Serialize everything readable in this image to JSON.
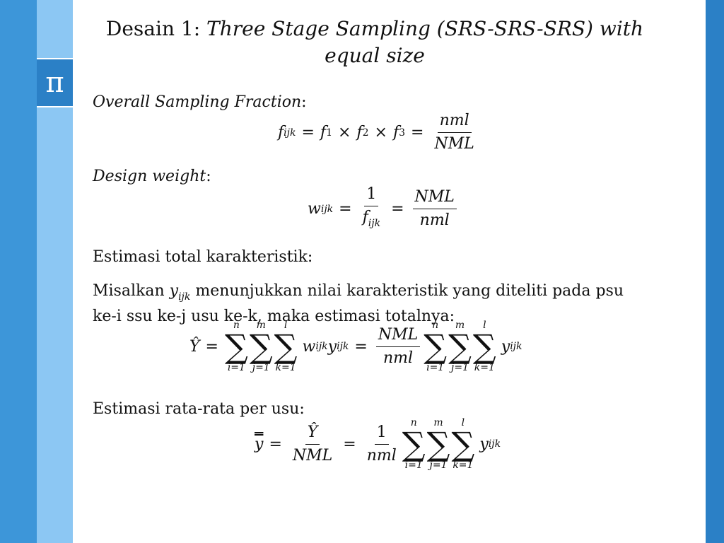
{
  "title": {
    "prefix": "Desain 1: ",
    "italic_line1": "Three Stage Sampling (SRS-SRS-SRS) with",
    "italic_line2": "equal size"
  },
  "sidebar": {
    "pi_icon": "π"
  },
  "section1": {
    "label_italic": "Overall Sampling Fraction",
    "colon": ":"
  },
  "section2": {
    "label_italic": "Design weight",
    "colon": ":"
  },
  "section3": {
    "label": "Estimasi total karakteristik:"
  },
  "section4": {
    "line1_a": "Misalkan ",
    "line1_b": " menunjukkan nilai karakteristik yang diteliti pada psu",
    "line2": "ke-i ssu ke-j usu ke-k, maka estimasi totalnya:"
  },
  "section5": {
    "label": "Estimasi rata-rata per usu:"
  },
  "eq1": {
    "f": "f",
    "sub_ijk": "ijk",
    "f1": "f",
    "s1": "1",
    "f2": "f",
    "s2": "2",
    "f3": "f",
    "s3": "3",
    "eq": "=",
    "times": "×",
    "num": "nml",
    "den": "NML"
  },
  "eq2": {
    "w": "w",
    "sub_ijk": "ijk",
    "one": "1",
    "f": "f",
    "num2": "NML",
    "den2": "nml"
  },
  "eq3": {
    "yhat": "Ŷ",
    "n": "n",
    "m": "m",
    "l": "l",
    "i1": "i=1",
    "j1": "j=1",
    "k1": "k=1",
    "sigma": "∑",
    "w": "w",
    "y": "y",
    "sub_ijk": "ijk",
    "num": "NML",
    "den": "nml"
  },
  "eq4": {
    "ybar": "y",
    "yhat": "Ŷ",
    "den1": "NML",
    "one": "1",
    "den2": "nml"
  }
}
